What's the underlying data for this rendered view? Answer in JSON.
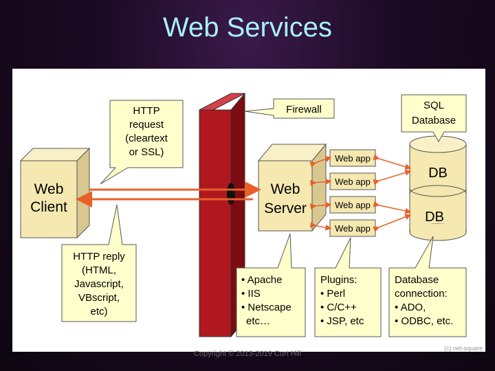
{
  "slide": {
    "title": "Web Services",
    "copyright": "Copyright © 2013-2019 Curt Hill",
    "watermark": "(c) net-square"
  },
  "diagram": {
    "web_client": [
      "Web",
      "Client"
    ],
    "web_server": [
      "Web",
      "Server"
    ],
    "web_apps": [
      "Web app",
      "Web app",
      "Web app",
      "Web app"
    ],
    "databases": [
      "DB",
      "DB"
    ],
    "callouts": {
      "http_request": [
        "HTTP",
        "request",
        "(cleartext",
        "or SSL)"
      ],
      "firewall": "Firewall",
      "sql_database": [
        "SQL",
        "Database"
      ],
      "http_reply": [
        "HTTP reply",
        "(HTML,",
        "Javascript,",
        "VBscript,",
        "etc)"
      ],
      "servers": [
        "• Apache",
        "• IIS",
        "• Netscape",
        "etc…"
      ],
      "plugins": [
        "Plugins:",
        "• Perl",
        "• C/C++",
        "• JSP, etc"
      ],
      "db_connection": [
        "Database",
        "connection:",
        "• ADO,",
        "• ODBC, etc."
      ]
    },
    "colors": {
      "callout_fill": "#ffffcc",
      "box_fill": "#f5e8b0",
      "firewall": "#b01820",
      "arrow": "#e8602a"
    }
  }
}
